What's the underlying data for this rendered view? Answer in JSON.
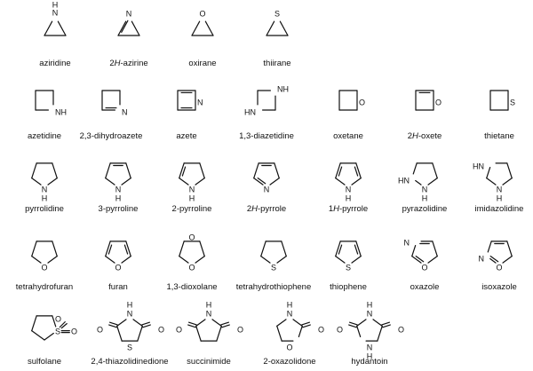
{
  "compounds": [
    {
      "id": "aziridine",
      "name": "aziridine",
      "atoms": [
        "H",
        "N"
      ]
    },
    {
      "id": "2h-azirine",
      "name": "2H-azirine",
      "name_prefix": "2",
      "name_italic": "H",
      "name_rest": "-azirine",
      "atoms": [
        "N"
      ]
    },
    {
      "id": "oxirane",
      "name": "oxirane",
      "atoms": [
        "O"
      ]
    },
    {
      "id": "thiirane",
      "name": "thiirane",
      "atoms": [
        "S"
      ]
    },
    {
      "id": "azetidine",
      "name": "azetidine",
      "atoms": [
        "NH"
      ]
    },
    {
      "id": "2-3-dihydroazete",
      "name": "2,3-dihydroazete",
      "atoms": [
        "N"
      ]
    },
    {
      "id": "azete",
      "name": "azete",
      "atoms": [
        "N"
      ]
    },
    {
      "id": "1-3-diazetidine",
      "name": "1,3-diazetidine",
      "atoms": [
        "NH",
        "HN"
      ]
    },
    {
      "id": "oxetane",
      "name": "oxetane",
      "atoms": [
        "O"
      ]
    },
    {
      "id": "2h-oxete",
      "name": "2H-oxete",
      "name_prefix": "2",
      "name_italic": "H",
      "name_rest": "-oxete",
      "atoms": [
        "O"
      ]
    },
    {
      "id": "thietane",
      "name": "thietane",
      "atoms": [
        "S"
      ]
    },
    {
      "id": "pyrrolidine",
      "name": "pyrrolidine",
      "atoms": [
        "N",
        "H"
      ]
    },
    {
      "id": "3-pyrroline",
      "name": "3-pyrroline",
      "atoms": [
        "N",
        "H"
      ]
    },
    {
      "id": "2-pyrroline",
      "name": "2-pyrroline",
      "atoms": [
        "N",
        "H"
      ]
    },
    {
      "id": "2h-pyrrole",
      "name": "2H-pyrrole",
      "name_prefix": "2",
      "name_italic": "H",
      "name_rest": "-pyrrole",
      "atoms": [
        "N"
      ]
    },
    {
      "id": "1h-pyrrole",
      "name": "1H-pyrrole",
      "name_prefix": "1",
      "name_italic": "H",
      "name_rest": "-pyrrole",
      "atoms": [
        "N",
        "H"
      ]
    },
    {
      "id": "pyrazolidine",
      "name": "pyrazolidine",
      "atoms": [
        "HN",
        "N",
        "H"
      ]
    },
    {
      "id": "imidazolidine",
      "name": "imidazolidine",
      "atoms": [
        "HN",
        "N",
        "H"
      ]
    },
    {
      "id": "tetrahydrofuran",
      "name": "tetrahydrofuran",
      "atoms": [
        "O"
      ]
    },
    {
      "id": "furan",
      "name": "furan",
      "atoms": [
        "O"
      ]
    },
    {
      "id": "1-3-dioxolane",
      "name": "1,3-dioxolane",
      "atoms": [
        "O",
        "O"
      ]
    },
    {
      "id": "tetrahydrothiophene",
      "name": "tetrahydrothiophene",
      "atoms": [
        "S"
      ]
    },
    {
      "id": "thiophene",
      "name": "thiophene",
      "atoms": [
        "S"
      ]
    },
    {
      "id": "oxazole",
      "name": "oxazole",
      "atoms": [
        "N",
        "O"
      ]
    },
    {
      "id": "isoxazole",
      "name": "isoxazole",
      "atoms": [
        "N",
        "O"
      ]
    },
    {
      "id": "sulfolane",
      "name": "sulfolane",
      "atoms": [
        "S",
        "O",
        "O"
      ]
    },
    {
      "id": "2-4-thiazolidinedione",
      "name": "2,4-thiazolidinedione",
      "atoms": [
        "H",
        "N",
        "O",
        "O",
        "S"
      ]
    },
    {
      "id": "succinimide",
      "name": "succinimide",
      "atoms": [
        "O",
        "N",
        "H",
        "O"
      ]
    },
    {
      "id": "2-oxazolidone",
      "name": "2-oxazolidone",
      "atoms": [
        "H",
        "N",
        "O",
        "O"
      ]
    },
    {
      "id": "hydantoin",
      "name": "hydantoin",
      "atoms": [
        "H",
        "N",
        "O",
        "O",
        "N",
        "H"
      ]
    }
  ]
}
